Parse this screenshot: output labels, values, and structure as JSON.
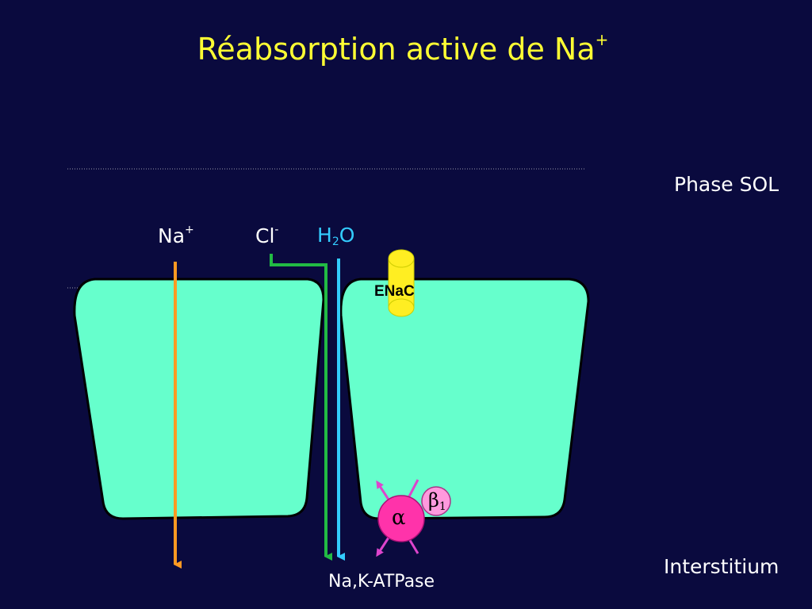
{
  "title": {
    "text": "Réabsorption active de Na",
    "sup": "+"
  },
  "labels": {
    "phase_sol": "Phase SOL",
    "interstitium": "Interstitium",
    "na": {
      "base": "Na",
      "sup": "+"
    },
    "cl": {
      "base": "Cl",
      "sup": "-"
    },
    "h2o": {
      "base": "H",
      "sub": "2",
      "rest": "O"
    },
    "enac": "ENaC",
    "atpase": "Na,K-ATPase",
    "alpha": "α",
    "beta": {
      "base": "β",
      "sub": "1"
    }
  },
  "colors": {
    "background": "#0a0a3e",
    "title": "#ffff33",
    "cell_fill": "#66ffcc",
    "na_arrow": "#ff9922",
    "cl_arrow": "#22bb44",
    "h2o_arrow": "#33ccff",
    "enac": "#ffee22",
    "atpase_alpha": "#ff33aa",
    "atpase_beta": "#ff99dd",
    "atpase_arrows": "#dd44cc"
  }
}
